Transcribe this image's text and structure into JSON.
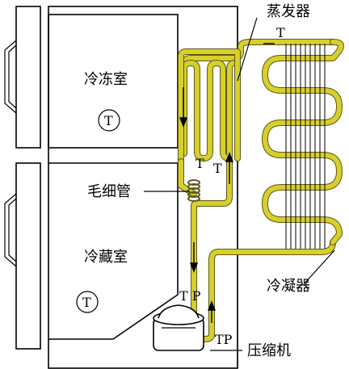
{
  "labels": {
    "freezer": "冷冻室",
    "fridge": "冷藏室",
    "evaporator": "蒸发器",
    "capillary": "毛细管",
    "condenser": "冷凝器",
    "compressor": "压缩机"
  },
  "sensors": {
    "freezer_t": "T",
    "fridge_t": "T",
    "evap_top_t": "T",
    "evap_t1": "T",
    "evap_t2": "T",
    "tp_left": "T P",
    "tp_right": "TP"
  },
  "colors": {
    "tube": "#d8cf2a",
    "tube_edge": "#5b5a1c",
    "lines": "#000000"
  }
}
